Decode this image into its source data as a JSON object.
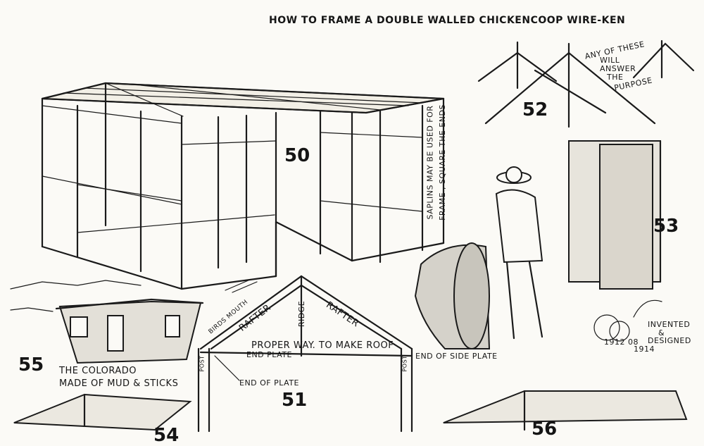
{
  "title": "HOW TO FRAME A DOUBLE WALLED CHICKENCOOP WIRE-KEN",
  "figures": {
    "fig50": "50",
    "fig51": "51",
    "fig52": "52",
    "fig53": "53",
    "fig54": "54",
    "fig55": "55",
    "fig56": "56"
  },
  "annotations": {
    "any_of_these_1": "ANY OF THESE",
    "any_of_these_2": "WILL",
    "any_of_these_3": "ANSWER",
    "any_of_these_4": "THE",
    "any_of_these_5": "PURPOSE",
    "saplings_1": "SAPLINS MAY BE USED FOR",
    "saplings_2": "FRAME , SQUARE THE ENDS",
    "colorado_1": "THE COLORADO",
    "colorado_2": "MADE OF MUD & STICKS",
    "birds_mouth": "BIRDS MOUTH",
    "rafter_left": "RAFTER",
    "rafter_right": "RAFTER",
    "ridge": "RIDGE",
    "proper_way": "PROPER WAY. TO MAKE ROOF",
    "end_plate": "END PLATE",
    "end_of_plate": "END OF PLATE",
    "end_of_side_plate": "END OF SIDE PLATE",
    "post_left": "POST",
    "post_right": "POST",
    "invented": "INVENTED",
    "amp": "&",
    "designed": "DESIGNED",
    "year_1": "1912 08",
    "year_2": "1914"
  }
}
